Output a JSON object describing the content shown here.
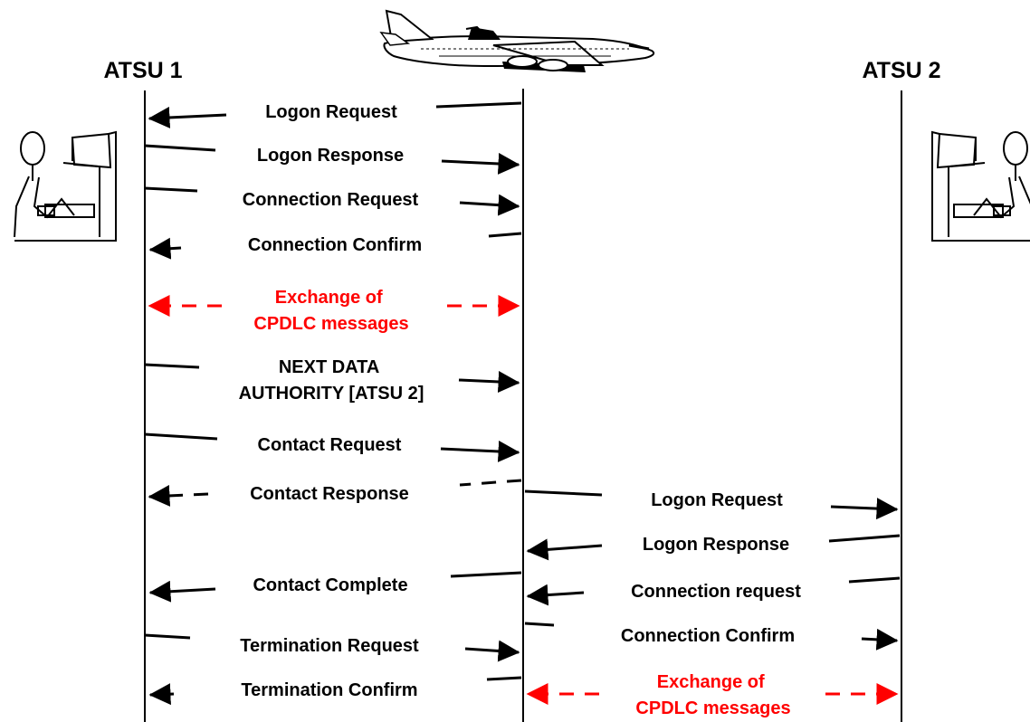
{
  "parties": {
    "atsu1": "ATSU 1",
    "atsu2": "ATSU 2"
  },
  "colors": {
    "normal": "#000000",
    "exchange": "#ff0000"
  },
  "messages": {
    "m1": {
      "lines": [
        "Logon Request"
      ]
    },
    "m2": {
      "lines": [
        "Logon Response"
      ]
    },
    "m3": {
      "lines": [
        "Connection Request"
      ]
    },
    "m4": {
      "lines": [
        "Connection Confirm"
      ]
    },
    "m5": {
      "lines": [
        "Exchange of",
        "CPDLC messages"
      ]
    },
    "m6": {
      "lines": [
        "NEXT DATA",
        "AUTHORITY [ATSU 2]"
      ]
    },
    "m7": {
      "lines": [
        "Contact Request"
      ]
    },
    "m8": {
      "lines": [
        "Contact Response"
      ]
    },
    "m9": {
      "lines": [
        "Logon Request"
      ]
    },
    "m10": {
      "lines": [
        "Logon Response"
      ]
    },
    "m11": {
      "lines": [
        "Contact Complete"
      ]
    },
    "m12": {
      "lines": [
        "Connection request"
      ]
    },
    "m13": {
      "lines": [
        "Connection Confirm"
      ]
    },
    "m14": {
      "lines": [
        "Termination Request"
      ]
    },
    "m15": {
      "lines": [
        "Termination Confirm"
      ]
    },
    "m16": {
      "lines": [
        "Exchange of",
        "CPDLC messages"
      ]
    }
  },
  "icons": {
    "aircraft": "aircraft-icon",
    "controller": "controller-workstation-icon"
  }
}
